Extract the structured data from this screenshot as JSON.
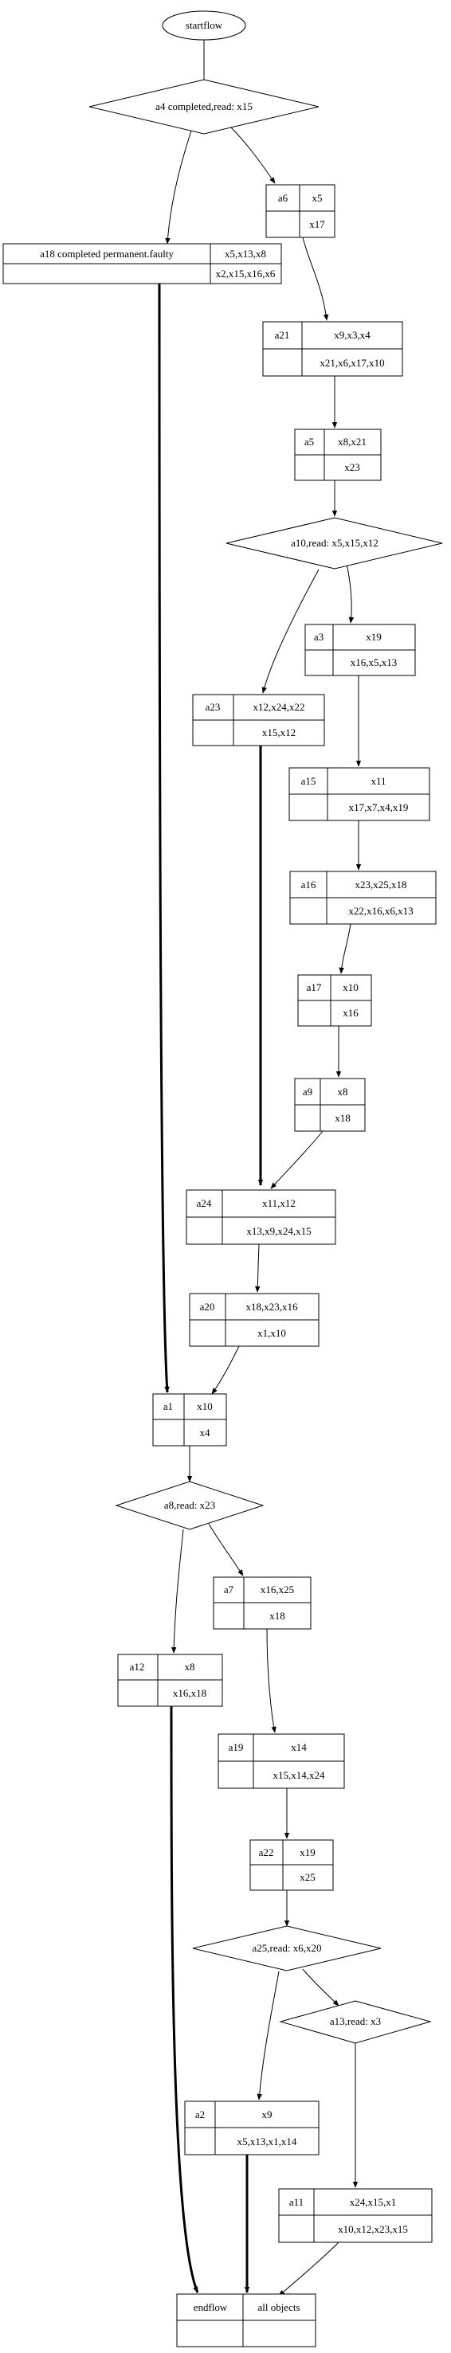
{
  "flow": {
    "start": "startflow",
    "end_left": "endflow",
    "end_right": "all objects",
    "decisions": {
      "d_a4": "a4 completed,read: x15",
      "d_a10": "a10,read: x5,x15,x12",
      "d_a8": "a8,read: x23",
      "d_a25": "a25,read: x6,x20",
      "d_a13": "a13,read: x3"
    },
    "tasks": {
      "a6": {
        "id": "a6",
        "top": "x5",
        "bottom": "x17"
      },
      "a18": {
        "id": "a18 completed permanent.faulty",
        "top": "x5,x13,x8",
        "bottom": "x2,x15,x16,x6"
      },
      "a21": {
        "id": "a21",
        "top": "x9,x3,x4",
        "bottom": "x21,x6,x17,x10"
      },
      "a5": {
        "id": "a5",
        "top": "x8,x21",
        "bottom": "x23"
      },
      "a3": {
        "id": "a3",
        "top": "x19",
        "bottom": "x16,x5,x13"
      },
      "a23": {
        "id": "a23",
        "top": "x12,x24,x22",
        "bottom": "x15,x12"
      },
      "a15": {
        "id": "a15",
        "top": "x11",
        "bottom": "x17,x7,x4,x19"
      },
      "a16": {
        "id": "a16",
        "top": "x23,x25,x18",
        "bottom": "x22,x16,x6,x13"
      },
      "a17": {
        "id": "a17",
        "top": "x10",
        "bottom": "x16"
      },
      "a9": {
        "id": "a9",
        "top": "x8",
        "bottom": "x18"
      },
      "a24": {
        "id": "a24",
        "top": "x11,x12",
        "bottom": "x13,x9,x24,x15"
      },
      "a20": {
        "id": "a20",
        "top": "x18,x23,x16",
        "bottom": "x1,x10"
      },
      "a1": {
        "id": "a1",
        "top": "x10",
        "bottom": "x4"
      },
      "a7": {
        "id": "a7",
        "top": "x16,x25",
        "bottom": "x18"
      },
      "a12": {
        "id": "a12",
        "top": "x8",
        "bottom": "x16,x18"
      },
      "a19": {
        "id": "a19",
        "top": "x14",
        "bottom": "x15,x14,x24"
      },
      "a22": {
        "id": "a22",
        "top": "x19",
        "bottom": "x25"
      },
      "a2": {
        "id": "a2",
        "top": "x9",
        "bottom": "x5,x13,x1,x14"
      },
      "a11": {
        "id": "a11",
        "top": "x24,x15,x1",
        "bottom": "x10,x12,x23,x15"
      }
    }
  }
}
